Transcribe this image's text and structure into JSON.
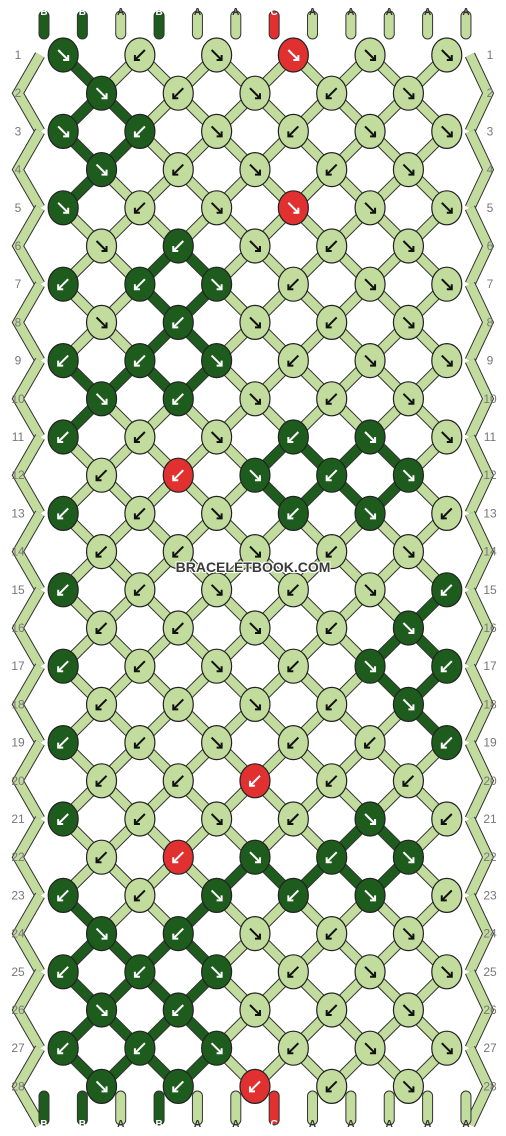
{
  "watermark": "BRACELETBOOK.COM",
  "colors": {
    "A": "#c2dc9e",
    "B": "#1e5c1e",
    "C": "#e03030"
  },
  "strands_top": [
    "B",
    "B",
    "A",
    "B",
    "A",
    "A",
    "C",
    "A",
    "A",
    "A",
    "A",
    "A"
  ],
  "strands_bottom": [
    "B",
    "B",
    "A",
    "B",
    "A",
    "A",
    "C",
    "A",
    "A",
    "A",
    "A",
    "A"
  ],
  "rows": [
    "1",
    "2",
    "3",
    "4",
    "5",
    "6",
    "7",
    "8",
    "9",
    "10",
    "11",
    "12",
    "13",
    "14",
    "15",
    "16",
    "17",
    "18",
    "19",
    "20",
    "21",
    "22",
    "23",
    "24",
    "25",
    "26",
    "27",
    "28"
  ],
  "knots": [
    "BARRRR",
    "BAAAA",
    "BBAARR",
    "BAAAA",
    "BARRRR",
    "ABAAA",
    "LBBAAR",
    "ABAAA",
    "LBBAAR",
    "RBAAA",
    "LAABBR",
    "LCBBB",
    "LAABBL",
    "LAAAA",
    "LAAARB",
    "LAALB",
    "LAALBB",
    "LAALB",
    "LAALLB",
    "LLLLL",
    "LAALBL",
    "LCBBB",
    "LABBBL",
    "RBAAA",
    "LBBAAR",
    "RBAAA",
    "LBBAAR",
    "RBLAA"
  ]
}
